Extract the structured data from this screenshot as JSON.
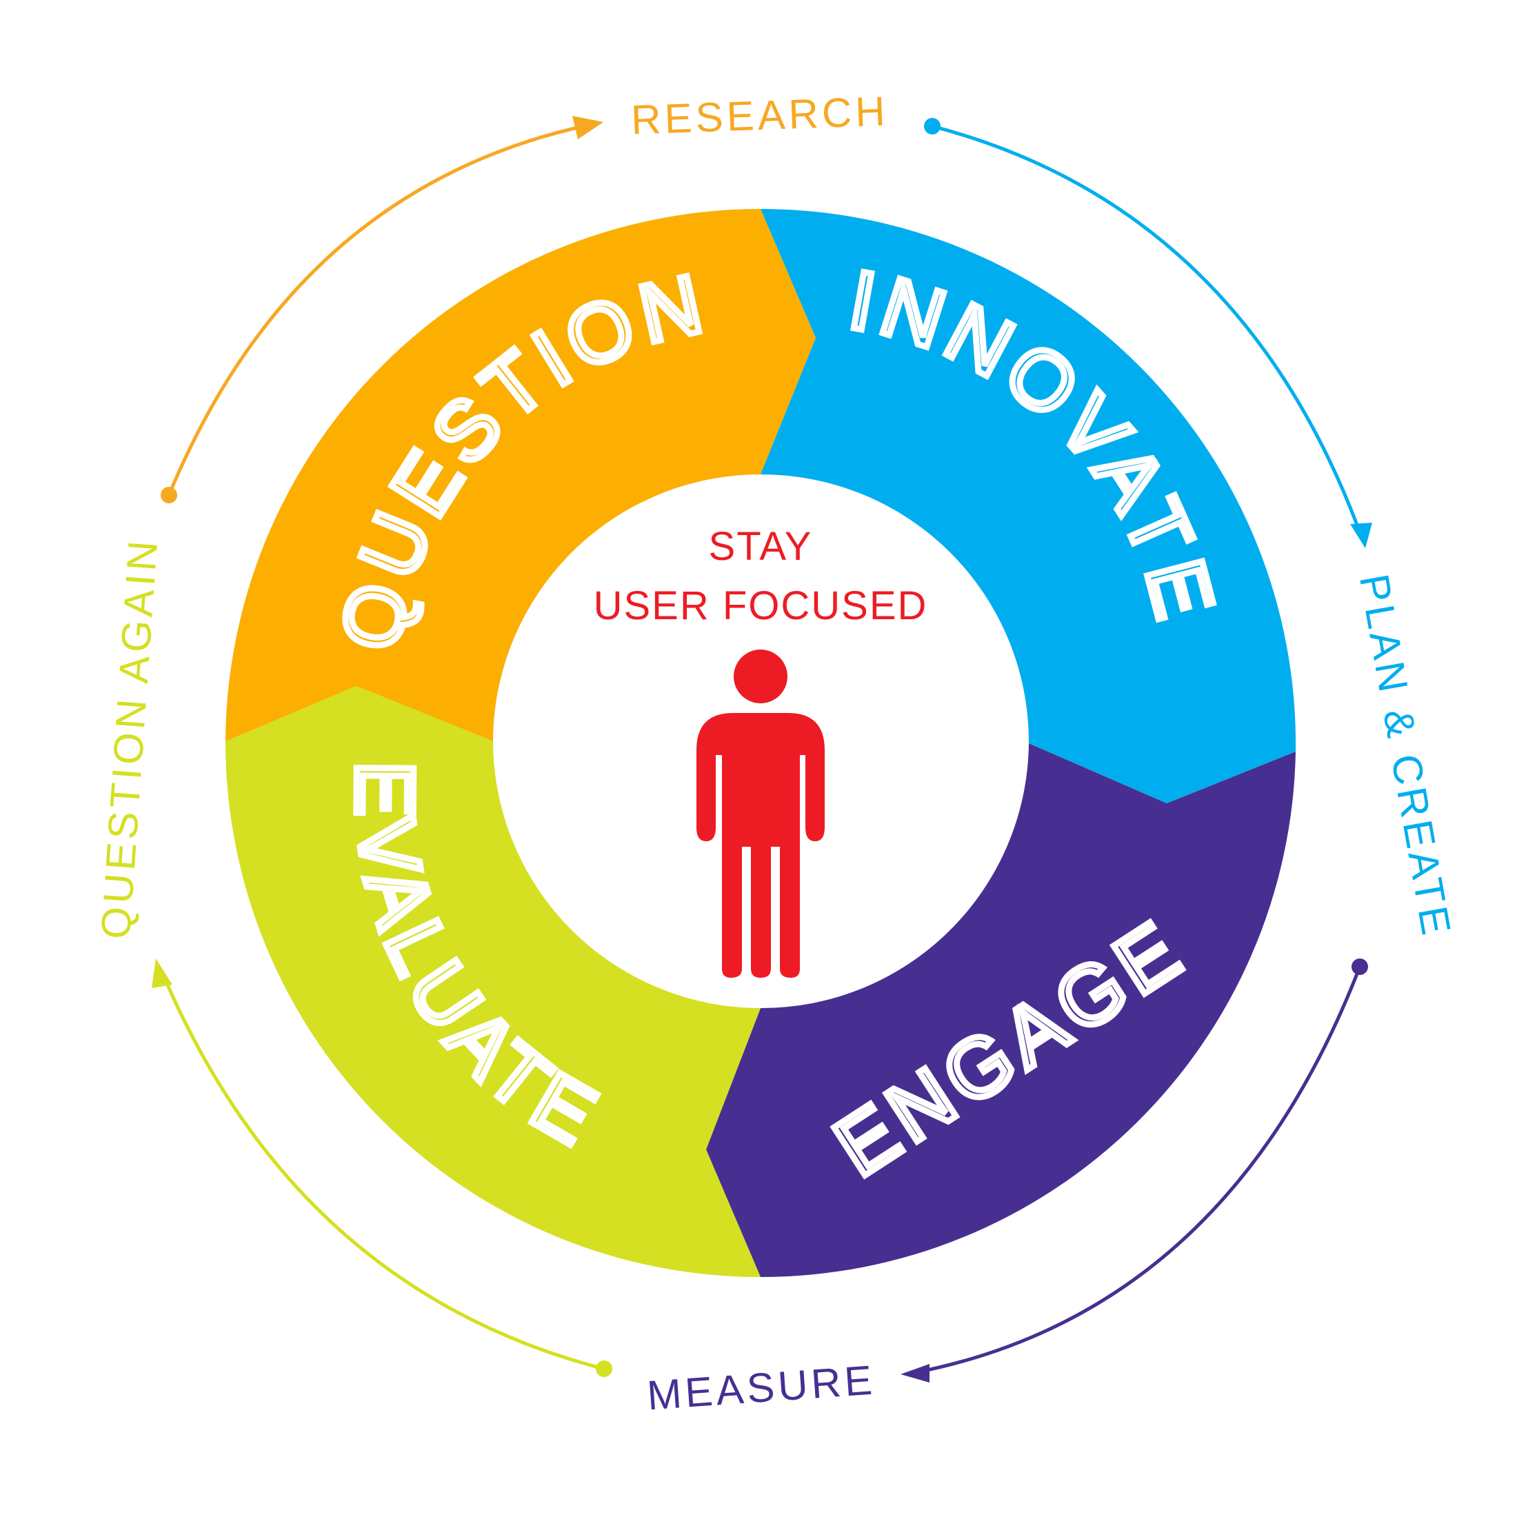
{
  "center": {
    "line1": "STAY",
    "line2": "USER FOCUSED",
    "color": "#ED1C24",
    "figure_icon": "person-icon"
  },
  "segments": [
    {
      "id": "question",
      "label": "QUESTION",
      "color": "#FCAF00"
    },
    {
      "id": "innovate",
      "label": "INNOVATE",
      "color": "#00AEEF"
    },
    {
      "id": "engage",
      "label": "ENGAGE",
      "color": "#472F91"
    },
    {
      "id": "evaluate",
      "label": "EVALUATE",
      "color": "#D4E021"
    }
  ],
  "outer_steps": [
    {
      "id": "research",
      "label": "RESEARCH",
      "color": "#F7A823"
    },
    {
      "id": "plan-create",
      "label": "PLAN & CREATE",
      "color": "#00AEEF"
    },
    {
      "id": "measure",
      "label": "MEASURE",
      "color": "#472F91"
    },
    {
      "id": "question-again",
      "label": "QUESTION AGAIN",
      "color": "#D4E021"
    }
  ]
}
